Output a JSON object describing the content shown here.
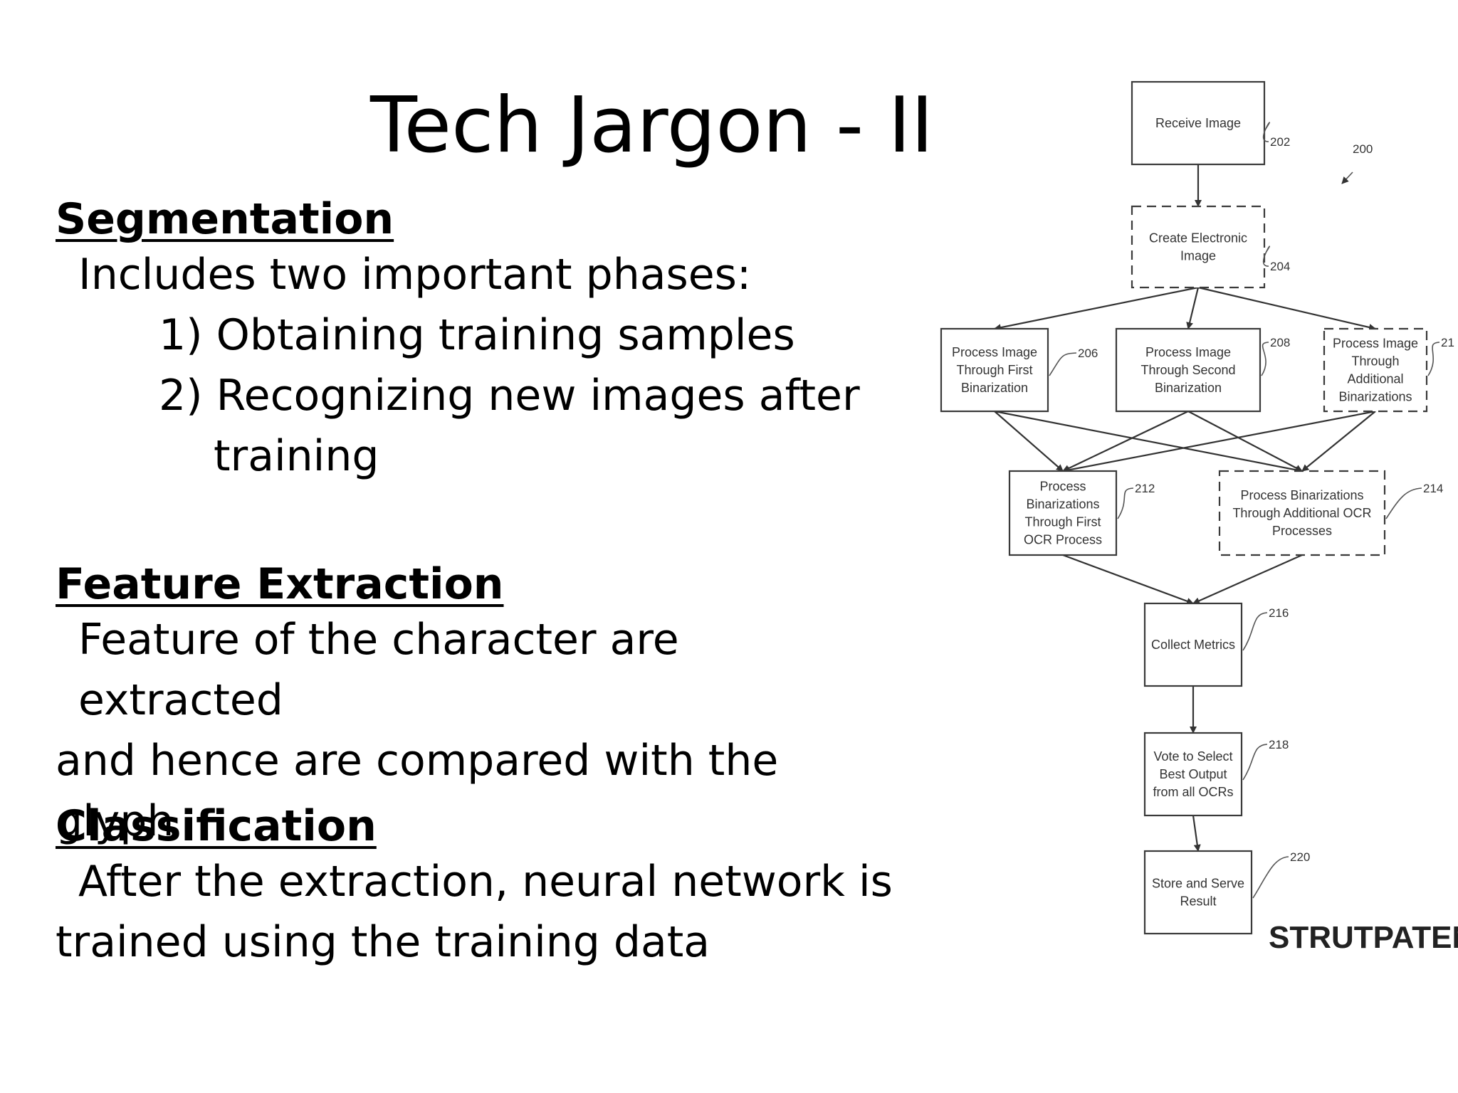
{
  "slide": {
    "title": "Tech Jargon - II",
    "sections": [
      {
        "heading": "Segmentation",
        "intro": "Includes two important phases:",
        "items": [
          "1) Obtaining training samples",
          "2) Recognizing new images after"
        ],
        "item_continuation": "training"
      },
      {
        "heading": "Feature Extraction",
        "lines": [
          "Feature of the character are extracted",
          "and hence are compared with the glyph"
        ]
      },
      {
        "heading": "Classification",
        "lines": [
          "After the extraction, neural network is",
          "trained using the training data"
        ]
      }
    ]
  },
  "flowchart": {
    "figure_ref": "200",
    "nodes": [
      {
        "id": "receive",
        "ref": "202",
        "lines": [
          "Receive Image"
        ]
      },
      {
        "id": "create",
        "ref": "204",
        "lines": [
          "Create Electronic",
          "Image"
        ]
      },
      {
        "id": "bin1",
        "ref": "206",
        "lines": [
          "Process Image",
          "Through First",
          "Binarization"
        ]
      },
      {
        "id": "bin2",
        "ref": "208",
        "lines": [
          "Process Image",
          "Through Second",
          "Binarization"
        ]
      },
      {
        "id": "binN",
        "ref": "21",
        "lines": [
          "Process Image",
          "Through",
          "Additional",
          "Binarizations"
        ]
      },
      {
        "id": "ocr1",
        "ref": "212",
        "lines": [
          "Process",
          "Binarizations",
          "Through First",
          "OCR Process"
        ]
      },
      {
        "id": "ocrN",
        "ref": "214",
        "lines": [
          "Process Binarizations",
          "Through Additional OCR",
          "Processes"
        ]
      },
      {
        "id": "metrics",
        "ref": "216",
        "lines": [
          "Collect Metrics"
        ]
      },
      {
        "id": "vote",
        "ref": "218",
        "lines": [
          "Vote to Select",
          "Best Output",
          "from all OCRs"
        ]
      },
      {
        "id": "store",
        "ref": "220",
        "lines": [
          "Store and Serve",
          "Result"
        ]
      }
    ],
    "watermark": "STRUTPATENT.CO"
  }
}
